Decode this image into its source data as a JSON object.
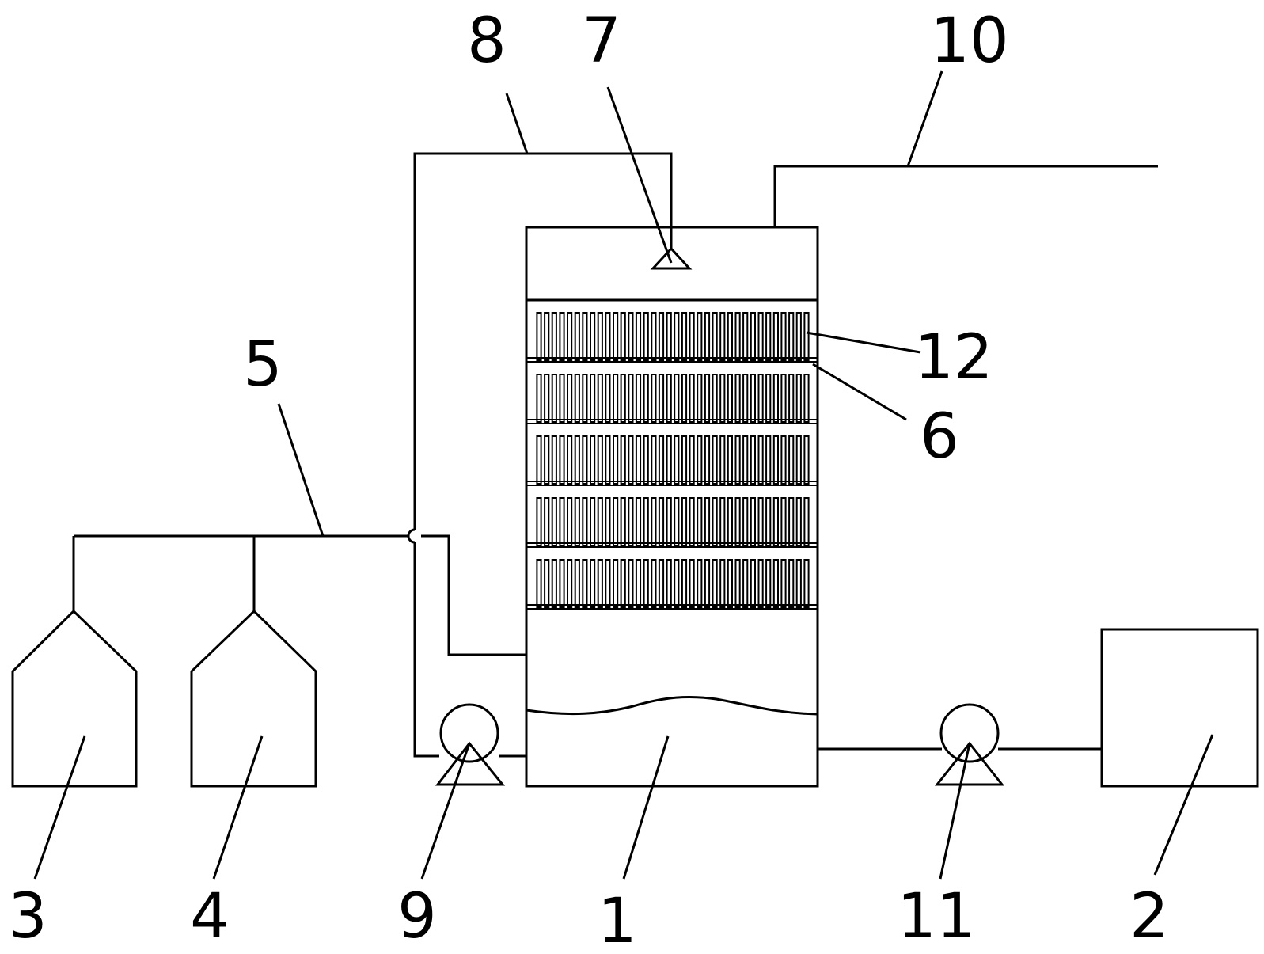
{
  "figure": {
    "labels": {
      "reactor": "1",
      "tank_right": "2",
      "tank_a": "3",
      "tank_b": "4",
      "feed_pipe": "5",
      "tray": "6",
      "sprayer": "7",
      "circulation_pipe": "8",
      "circulation_pump": "9",
      "exhaust_pipe": "10",
      "transfer_pump": "11",
      "packing": "12"
    },
    "colors": {
      "stroke": "#000000",
      "background": "#ffffff"
    },
    "packing_layers": 5
  }
}
